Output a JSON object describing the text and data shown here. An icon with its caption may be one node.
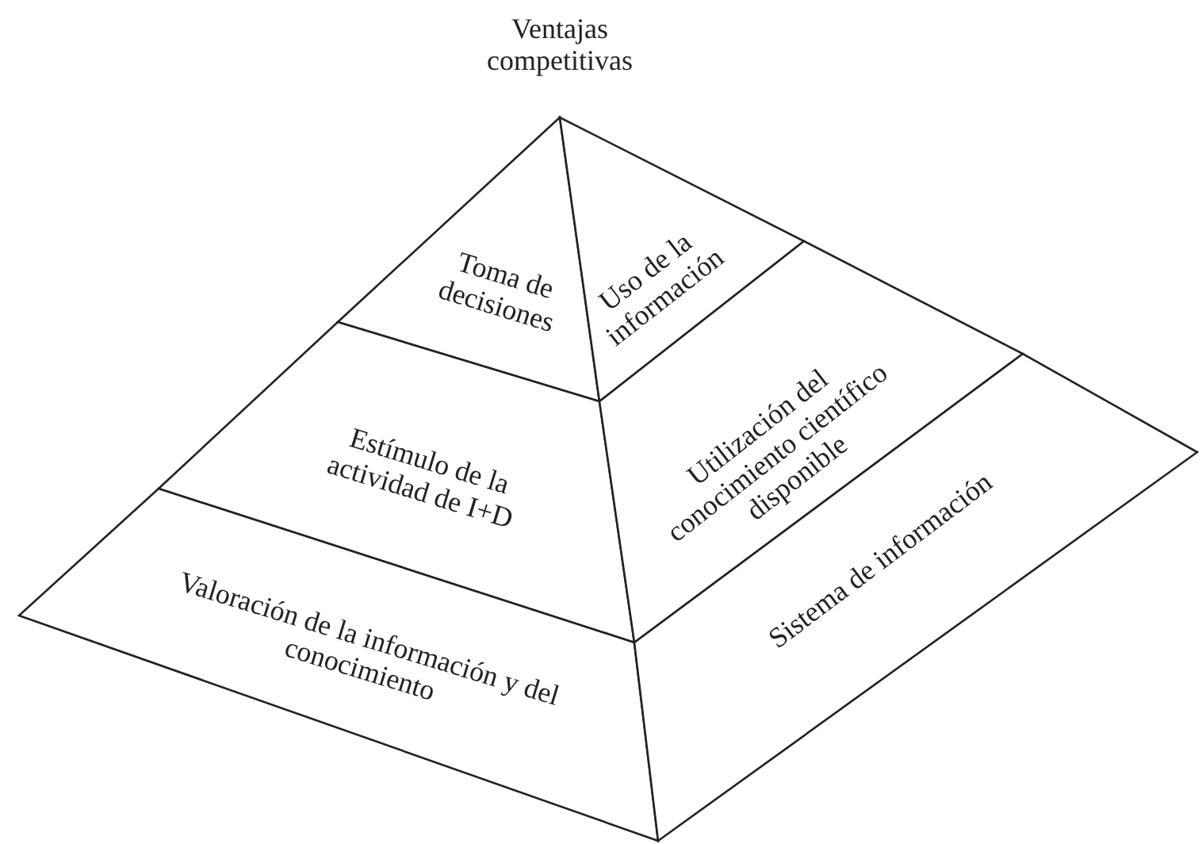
{
  "diagram": {
    "nodes": [
      {
        "text": [
          "Toma de decisiones"
        ]
      },
      {
        "text": [
          "Uso de la información"
        ]
      },
      {
        "text": [
          "Estímulo de la actividad de I+D"
        ]
      },
      {
        "text": [
          "Utilización del conocimiento científico disponible"
        ]
      },
      {
        "text": [
          "Valoración de la información y del conocimiento"
        ]
      },
      {
        "text": [
          "Sistema de información"
        ]
      }
    ],
    "edges": [],
    "labels": [
      "Ventajas competitivas"
    ]
  }
}
